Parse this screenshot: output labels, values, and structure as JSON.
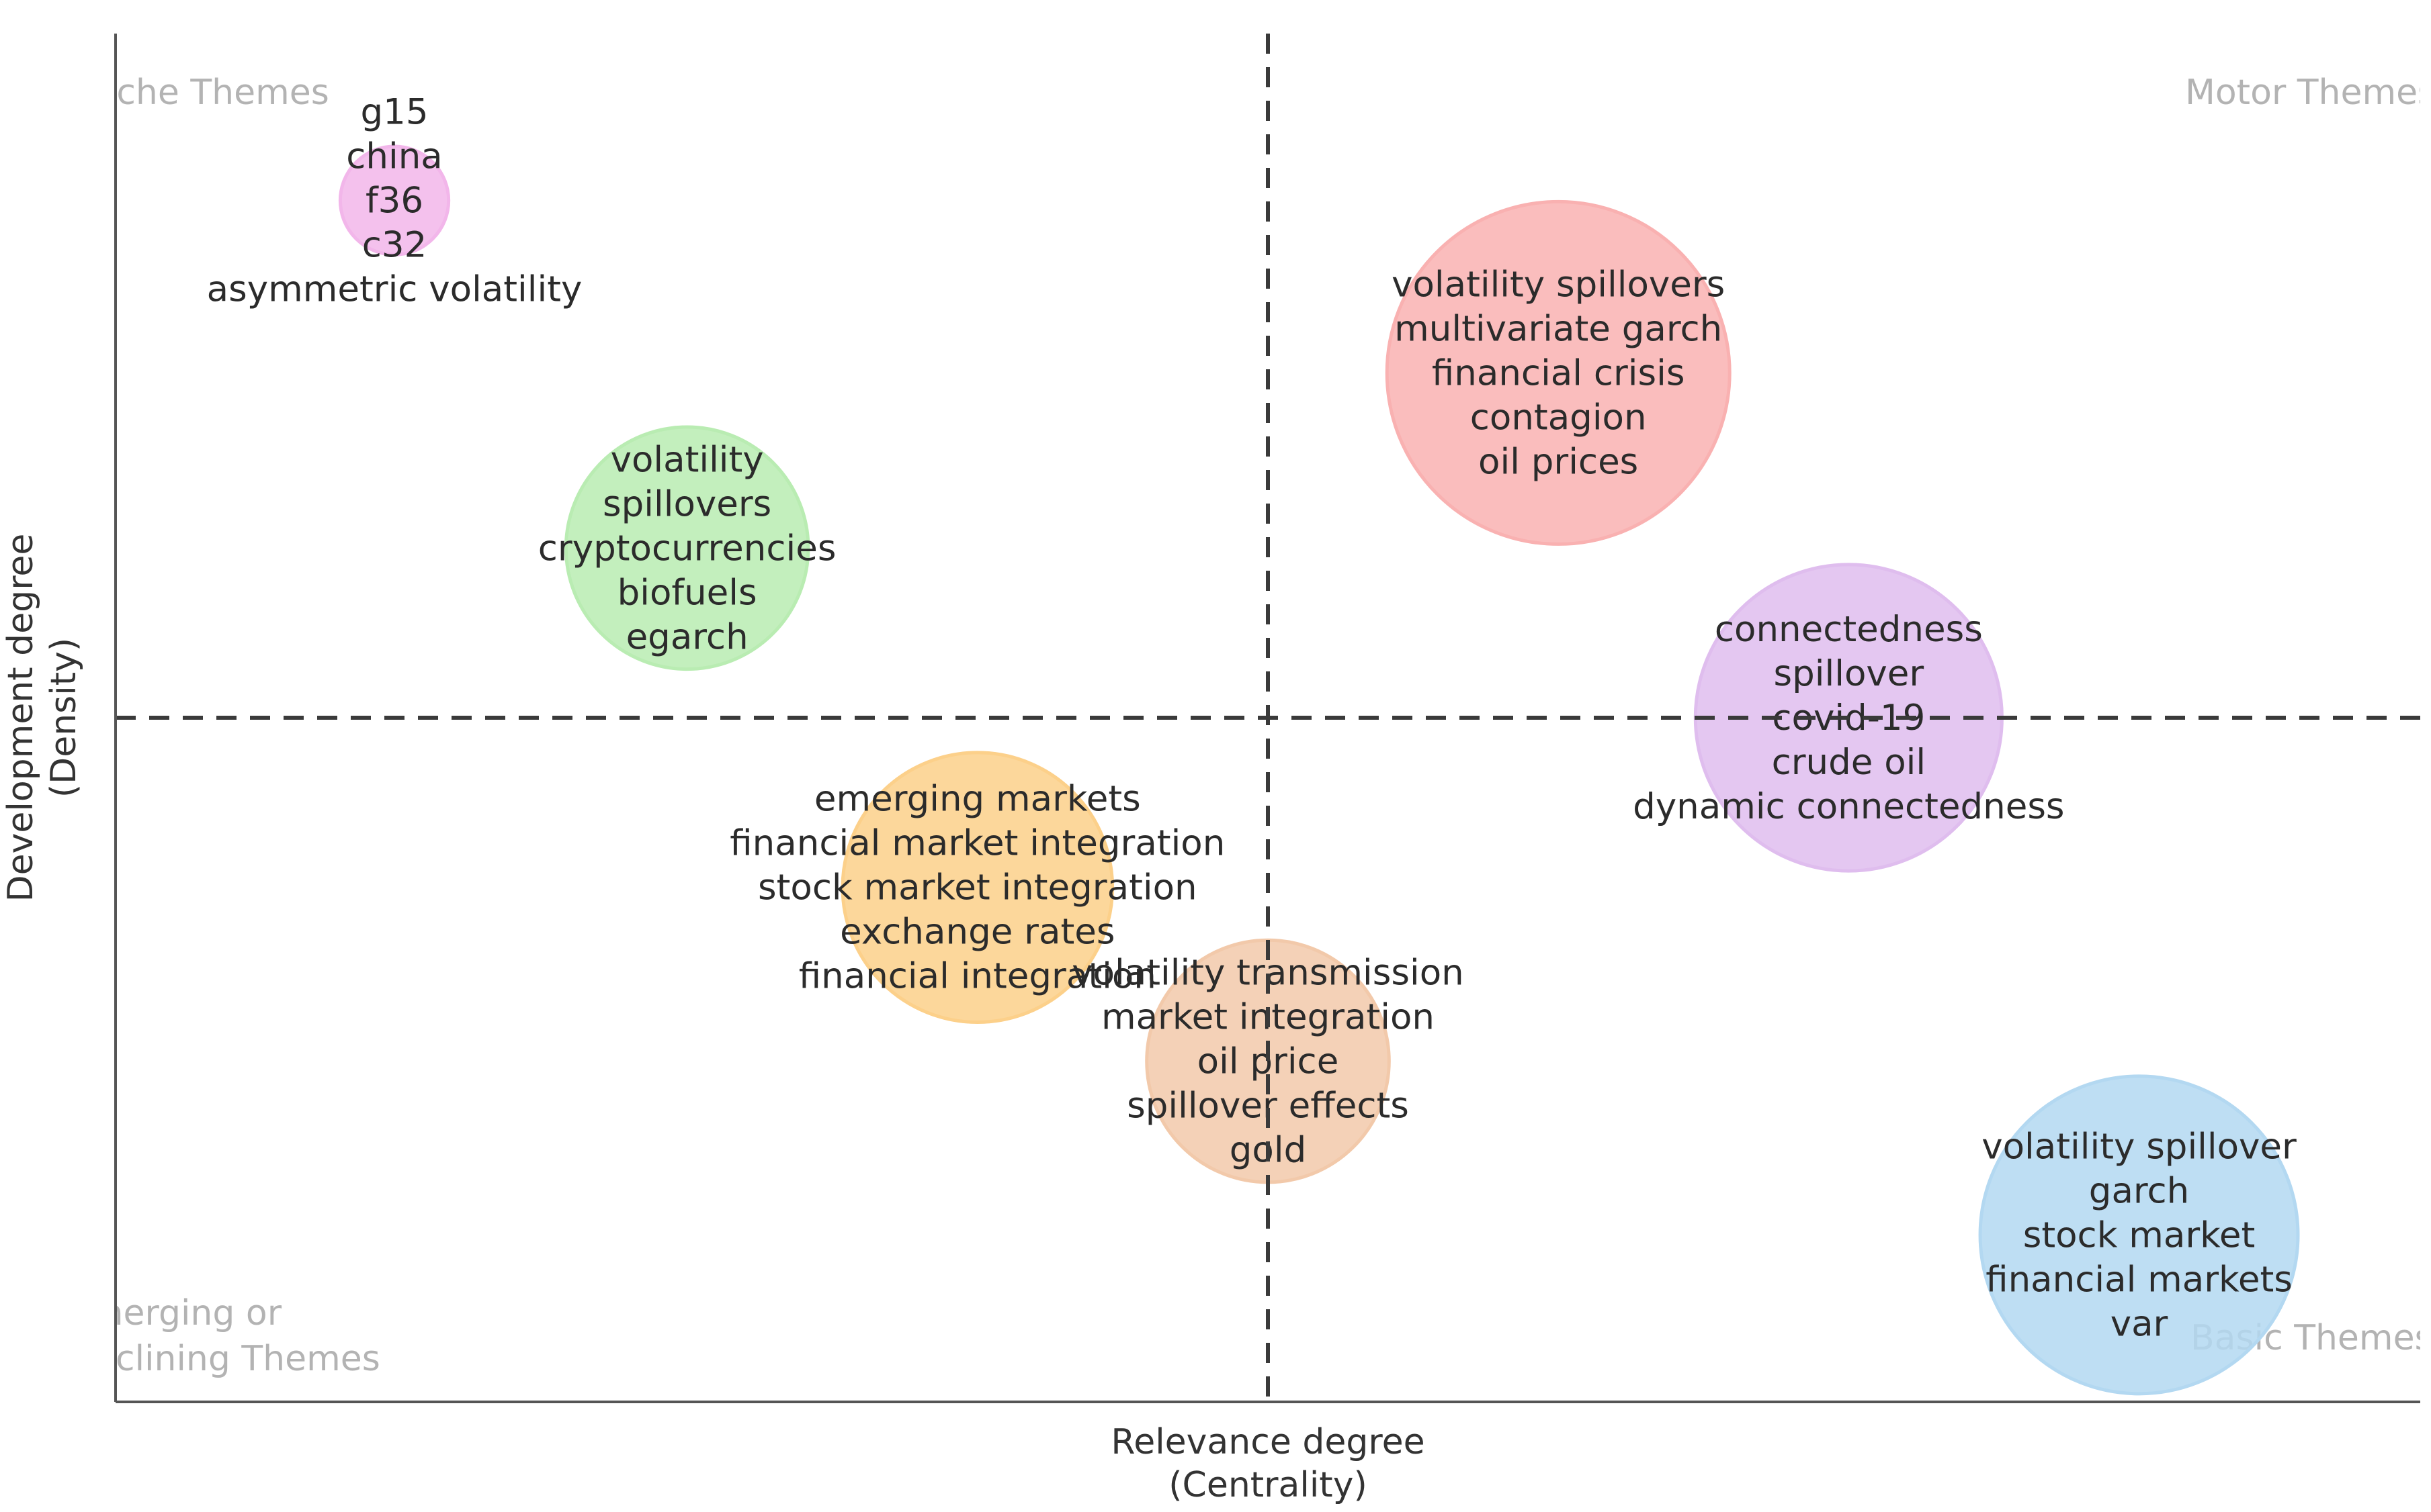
{
  "chart_data": {
    "type": "scatter",
    "title": "",
    "xlabel": [
      "Relevance degree",
      "(Centrality)"
    ],
    "ylabel": [
      "Development degree",
      "(Density)"
    ],
    "xlim": [
      0,
      1
    ],
    "ylim": [
      0,
      1
    ],
    "x_divider": 0.5,
    "y_divider": 0.5,
    "quadrants": {
      "top_left": [
        "Niche Themes"
      ],
      "top_right": [
        "Motor Themes"
      ],
      "bottom_left": [
        "Emerging or",
        "Declining Themes"
      ],
      "bottom_right": [
        "Basic Themes"
      ]
    },
    "series": [
      {
        "x": 0.121,
        "y": 0.878,
        "size": 0.1,
        "color": "#f2b6ea",
        "labels": [
          "g15",
          "china",
          "f36",
          "c32",
          "asymmetric volatility"
        ]
      },
      {
        "x": 0.248,
        "y": 0.624,
        "size": 0.5,
        "color": "#b9ecb2",
        "labels": [
          "volatility",
          "spillovers",
          "cryptocurrencies",
          "biofuels",
          "egarch"
        ]
      },
      {
        "x": 0.626,
        "y": 0.752,
        "size": 1.0,
        "color": "#f9b1b1",
        "labels": [
          "volatility spillovers",
          "multivariate garch",
          "financial crisis",
          "contagion",
          "oil prices"
        ]
      },
      {
        "x": 0.752,
        "y": 0.5,
        "size": 0.8,
        "color": "#dfbdee",
        "labels": [
          "connectedness",
          "spillover",
          "covid-19",
          "crude oil",
          "dynamic connectedness"
        ]
      },
      {
        "x": 0.374,
        "y": 0.376,
        "size": 0.62,
        "color": "#fcd08a",
        "labels": [
          "emerging markets",
          "financial market integration",
          "stock market integration",
          "exchange rates",
          "financial integration"
        ]
      },
      {
        "x": 0.5,
        "y": 0.249,
        "size": 0.5,
        "color": "#f2c9aa",
        "labels": [
          "volatility transmission",
          "market integration",
          "oil price",
          "spillover effects",
          "gold"
        ]
      },
      {
        "x": 0.878,
        "y": 0.122,
        "size": 0.86,
        "color": "#b3d8f1",
        "labels": [
          "volatility spillover",
          "garch",
          "stock market",
          "financial markets",
          "var"
        ]
      }
    ]
  }
}
